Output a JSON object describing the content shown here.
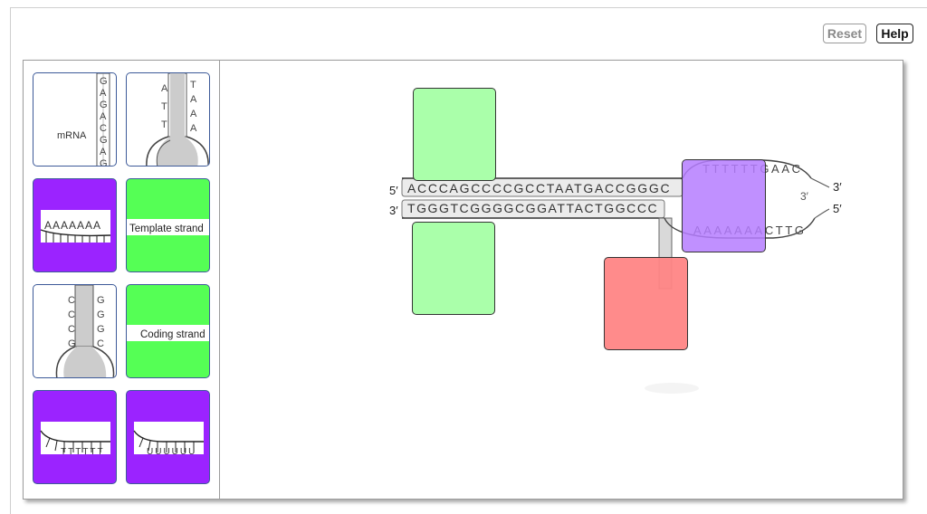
{
  "toolbar": {
    "reset_label": "Reset",
    "help_label": "Help"
  },
  "cards": [
    {
      "id": "mrna-strand",
      "caption": "mRNA",
      "letters": "GAGACGAG",
      "background": "#ffffff"
    },
    {
      "id": "hairpin-at",
      "left_letters": "ATT",
      "right_letters": "TAAA",
      "background": "#ffffff"
    },
    {
      "id": "poly-a-tail",
      "letters": "AAAAAAA",
      "background": "#9b23ff"
    },
    {
      "id": "template-strand",
      "caption": "Template strand",
      "background": "#55ff55"
    },
    {
      "id": "hairpin-cg",
      "left_letters": "CCCG",
      "right_letters": "GGGC",
      "background": "#ffffff"
    },
    {
      "id": "coding-strand",
      "caption": "Coding strand",
      "background": "#55ff55"
    },
    {
      "id": "poly-t-tail",
      "letters": "TTTTTT",
      "background": "#9b23ff"
    },
    {
      "id": "poly-u-tail",
      "letters": "UUUUUU",
      "background": "#9b23ff"
    }
  ],
  "diagram": {
    "top_strand": {
      "five_prime": "5′",
      "sequence": "ACCCAGCCCCGCCTAATGACCGGGC",
      "three_prime": "3′"
    },
    "bottom_strand": {
      "three_prime": "3′",
      "sequence": "TGGGTCGGGGCGGATTACTGGCCC",
      "five_prime": "5′"
    },
    "loop_top": "TTTTTTGAAC",
    "loop_bottom": "AAAAAAACTTG",
    "loop_end": "3′",
    "colors": {
      "green_zone": "#aaffaa",
      "purple_zone": "#b57cff",
      "red_zone": "#ff8585"
    }
  }
}
